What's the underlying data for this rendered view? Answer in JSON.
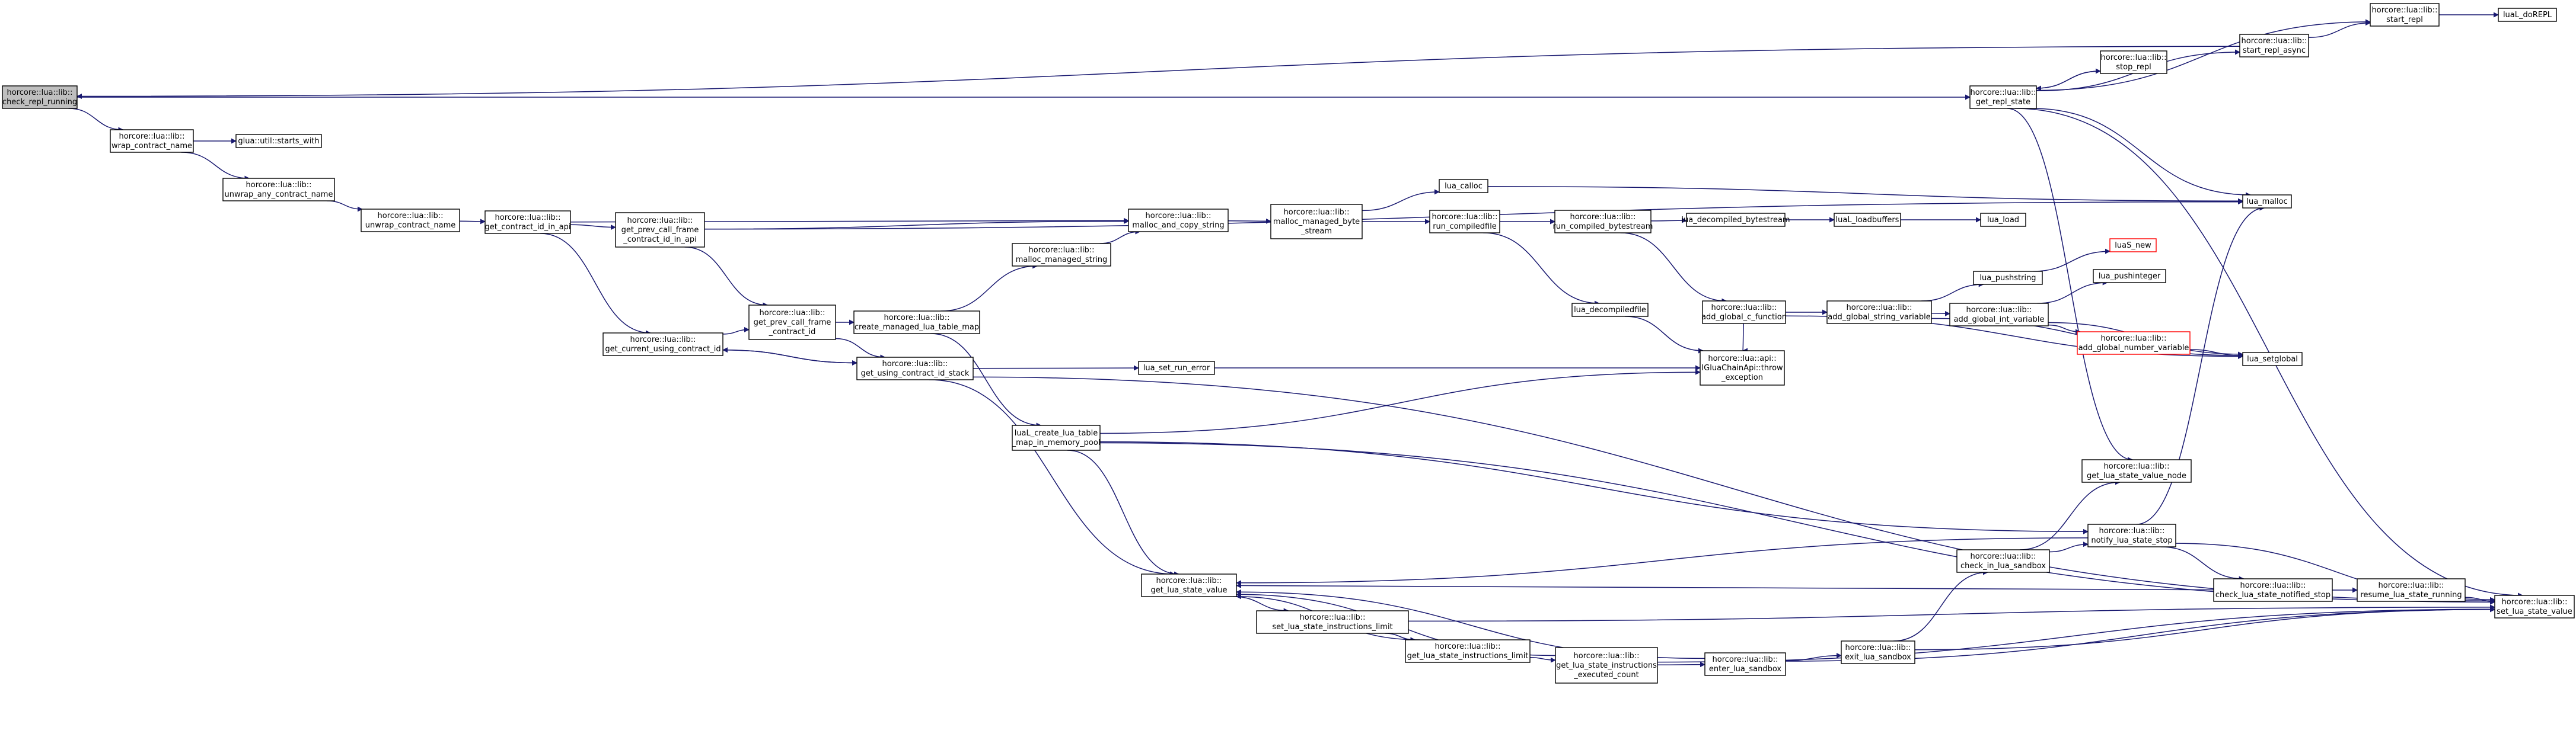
{
  "title": "Call graph of horcore::lua::lib::check_repl_running",
  "colors": {
    "edge": "#191970",
    "root_fill": "#bfbfbf",
    "node_border": "#000000",
    "external_border": "#ff0000"
  },
  "nodes": [
    {
      "id": "check_repl_running",
      "lines": [
        "horcore::lua::lib::",
        "check_repl_running"
      ],
      "root": true
    },
    {
      "id": "get_repl_state",
      "lines": [
        "horcore::lua::lib::",
        "get_repl_state"
      ]
    },
    {
      "id": "start_repl",
      "lines": [
        "horcore::lua::lib::",
        "start_repl"
      ]
    },
    {
      "id": "luaL_dofile",
      "lines": [
        "luaL_doREPL"
      ]
    },
    {
      "id": "start_repl_async",
      "lines": [
        "horcore::lua::lib::",
        "start_repl_async"
      ]
    },
    {
      "id": "stop_repl",
      "lines": [
        "horcore::lua::lib::",
        "stop_repl"
      ]
    },
    {
      "id": "wrap_contract_name",
      "lines": [
        "horcore::lua::lib::",
        "wrap_contract_name"
      ]
    },
    {
      "id": "starts_with",
      "lines": [
        "glua::util::starts_with"
      ]
    },
    {
      "id": "unwrap_any_contract_name",
      "lines": [
        "horcore::lua::lib::",
        "unwrap_any_contract_name"
      ]
    },
    {
      "id": "unwrap_contract_name",
      "lines": [
        "horcore::lua::lib::",
        "unwrap_contract_name"
      ]
    },
    {
      "id": "get_contract_id_in_api",
      "lines": [
        "horcore::lua::lib::",
        "get_contract_id_in_api"
      ]
    },
    {
      "id": "get_prev_call_frame_in_api",
      "lines": [
        "horcore::lua::lib::",
        "get_prev_call_frame",
        "_contract_id_in_api"
      ]
    },
    {
      "id": "malloc_and_copy_string",
      "lines": [
        "horcore::lua::lib::",
        "malloc_and_copy_string"
      ]
    },
    {
      "id": "malloc_managed_string",
      "lines": [
        "horcore::lua::lib::",
        "malloc_managed_string"
      ]
    },
    {
      "id": "malloc_managed_bytestream",
      "lines": [
        "horcore::lua::lib::",
        "malloc_managed_byte",
        "_stream"
      ]
    },
    {
      "id": "lua_calloc",
      "lines": [
        "lua_calloc"
      ]
    },
    {
      "id": "lua_malloc",
      "lines": [
        "lua_malloc"
      ]
    },
    {
      "id": "run_compiledfile",
      "lines": [
        "horcore::lua::lib::",
        "run_compiledfile"
      ]
    },
    {
      "id": "run_compiled_bytestream",
      "lines": [
        "horcore::lua::lib::",
        "run_compiled_bytestream"
      ]
    },
    {
      "id": "lua_decompiled_bytestream",
      "lines": [
        "lua_decompiled_bytestream"
      ]
    },
    {
      "id": "luaL_loadbuffers",
      "lines": [
        "luaL_loadbuffers"
      ]
    },
    {
      "id": "lua_load",
      "lines": [
        "lua_load"
      ]
    },
    {
      "id": "get_current_using_contract_id",
      "lines": [
        "horcore::lua::lib::",
        "get_current_using_contract_id"
      ]
    },
    {
      "id": "get_prev_call_frame_contract_id",
      "lines": [
        "horcore::lua::lib::",
        "get_prev_call_frame",
        "_contract_id"
      ]
    },
    {
      "id": "create_managed_lua_table_map",
      "lines": [
        "horcore::lua::lib::",
        "create_managed_lua_table_map"
      ]
    },
    {
      "id": "get_using_contract_id_stack",
      "lines": [
        "horcore::lua::lib::",
        "get_using_contract_id_stack"
      ]
    },
    {
      "id": "lua_set_run_error",
      "lines": [
        "lua_set_run_error"
      ]
    },
    {
      "id": "throw_exception",
      "lines": [
        "horcore::lua::api::",
        "IGluaChainApi::throw",
        "_exception"
      ]
    },
    {
      "id": "lua_decompiledfile",
      "lines": [
        "lua_decompiledfile"
      ]
    },
    {
      "id": "add_global_c_function",
      "lines": [
        "horcore::lua::lib::",
        "add_global_c_function"
      ]
    },
    {
      "id": "add_global_string_variable",
      "lines": [
        "horcore::lua::lib::",
        "add_global_string_variable"
      ]
    },
    {
      "id": "lua_pushstring",
      "lines": [
        "lua_pushstring"
      ]
    },
    {
      "id": "luaS_new",
      "lines": [
        "luaS_new"
      ],
      "external": true
    },
    {
      "id": "add_global_int_variable",
      "lines": [
        "horcore::lua::lib::",
        "add_global_int_variable"
      ]
    },
    {
      "id": "lua_pushinteger",
      "lines": [
        "lua_pushinteger"
      ]
    },
    {
      "id": "add_global_number_variable",
      "lines": [
        "horcore::lua::lib::",
        "add_global_number_variable"
      ],
      "external": true
    },
    {
      "id": "lua_setglobal",
      "lines": [
        "lua_setglobal"
      ]
    },
    {
      "id": "luaL_create_lua_table_map",
      "lines": [
        "luaL_create_lua_table",
        "_map_in_memory_pool"
      ]
    },
    {
      "id": "get_lua_state_value_node",
      "lines": [
        "horcore::lua::lib::",
        "get_lua_state_value_node"
      ]
    },
    {
      "id": "notify_lua_state_stop",
      "lines": [
        "horcore::lua::lib::",
        "notify_lua_state_stop"
      ]
    },
    {
      "id": "check_in_lua_sandbox",
      "lines": [
        "horcore::lua::lib::",
        "check_in_lua_sandbox"
      ]
    },
    {
      "id": "get_lua_state_value",
      "lines": [
        "horcore::lua::lib::",
        "get_lua_state_value"
      ]
    },
    {
      "id": "check_lua_state_notified_stop",
      "lines": [
        "horcore::lua::lib::",
        "check_lua_state_notified_stop"
      ]
    },
    {
      "id": "resume_lua_state_running",
      "lines": [
        "horcore::lua::lib::",
        "resume_lua_state_running"
      ]
    },
    {
      "id": "set_lua_state_value",
      "lines": [
        "horcore::lua::lib::",
        "set_lua_state_value"
      ]
    },
    {
      "id": "set_lua_state_instructions_limit",
      "lines": [
        "horcore::lua::lib::",
        "set_lua_state_instructions_limit"
      ]
    },
    {
      "id": "get_lua_state_instructions_limit",
      "lines": [
        "horcore::lua::lib::",
        "get_lua_state_instructions_limit"
      ]
    },
    {
      "id": "get_lua_state_instructions_executed_count",
      "lines": [
        "horcore::lua::lib::",
        "get_lua_state_instructions",
        "_executed_count"
      ]
    },
    {
      "id": "enter_lua_sandbox",
      "lines": [
        "horcore::lua::lib::",
        "enter_lua_sandbox"
      ]
    },
    {
      "id": "exit_lua_sandbox",
      "lines": [
        "horcore::lua::lib::",
        "exit_lua_sandbox"
      ]
    }
  ],
  "edges": [
    [
      "check_repl_running",
      "get_repl_state"
    ],
    [
      "check_repl_running",
      "wrap_contract_name"
    ],
    [
      "start_repl_async",
      "check_repl_running"
    ],
    [
      "get_repl_state",
      "stop_repl"
    ],
    [
      "get_repl_state",
      "start_repl_async"
    ],
    [
      "get_repl_state",
      "start_repl"
    ],
    [
      "get_repl_state",
      "lua_malloc"
    ],
    [
      "get_repl_state",
      "set_lua_state_value"
    ],
    [
      "get_repl_state",
      "get_lua_state_value_node"
    ],
    [
      "start_repl",
      "luaL_dofile"
    ],
    [
      "start_repl_async",
      "start_repl"
    ],
    [
      "stop_repl",
      "get_repl_state"
    ],
    [
      "wrap_contract_name",
      "starts_with"
    ],
    [
      "wrap_contract_name",
      "unwrap_any_contract_name"
    ],
    [
      "unwrap_any_contract_name",
      "unwrap_contract_name"
    ],
    [
      "unwrap_contract_name",
      "get_contract_id_in_api"
    ],
    [
      "get_contract_id_in_api",
      "get_prev_call_frame_in_api"
    ],
    [
      "get_contract_id_in_api",
      "malloc_and_copy_string"
    ],
    [
      "get_contract_id_in_api",
      "get_current_using_contract_id"
    ],
    [
      "get_prev_call_frame_in_api",
      "malloc_and_copy_string"
    ],
    [
      "get_prev_call_frame_in_api",
      "get_prev_call_frame_contract_id"
    ],
    [
      "get_prev_call_frame_in_api",
      "lua_malloc"
    ],
    [
      "malloc_and_copy_string",
      "malloc_managed_bytestream"
    ],
    [
      "malloc_managed_string",
      "malloc_and_copy_string"
    ],
    [
      "malloc_managed_bytestream",
      "lua_calloc"
    ],
    [
      "malloc_managed_bytestream",
      "run_compiledfile"
    ],
    [
      "lua_calloc",
      "lua_malloc"
    ],
    [
      "run_compiledfile",
      "run_compiled_bytestream"
    ],
    [
      "run_compiledfile",
      "lua_decompiledfile"
    ],
    [
      "run_compiled_bytestream",
      "lua_decompiled_bytestream"
    ],
    [
      "run_compiled_bytestream",
      "add_global_c_function"
    ],
    [
      "lua_decompiled_bytestream",
      "luaL_loadbuffers"
    ],
    [
      "luaL_loadbuffers",
      "lua_load"
    ],
    [
      "get_current_using_contract_id",
      "get_prev_call_frame_contract_id"
    ],
    [
      "get_current_using_contract_id",
      "get_using_contract_id_stack"
    ],
    [
      "get_prev_call_frame_contract_id",
      "create_managed_lua_table_map"
    ],
    [
      "get_prev_call_frame_contract_id",
      "get_using_contract_id_stack"
    ],
    [
      "create_managed_lua_table_map",
      "malloc_managed_string"
    ],
    [
      "create_managed_lua_table_map",
      "luaL_create_lua_table_map"
    ],
    [
      "get_using_contract_id_stack",
      "lua_set_run_error"
    ],
    [
      "get_using_contract_id_stack",
      "get_current_using_contract_id"
    ],
    [
      "get_using_contract_id_stack",
      "get_lua_state_value"
    ],
    [
      "get_using_contract_id_stack",
      "set_lua_state_value"
    ],
    [
      "lua_set_run_error",
      "throw_exception"
    ],
    [
      "lua_decompiledfile",
      "throw_exception"
    ],
    [
      "add_global_c_function",
      "throw_exception"
    ],
    [
      "add_global_c_function",
      "add_global_string_variable"
    ],
    [
      "add_global_c_function",
      "lua_setglobal"
    ],
    [
      "add_global_string_variable",
      "lua_pushstring"
    ],
    [
      "add_global_string_variable",
      "add_global_int_variable"
    ],
    [
      "add_global_string_variable",
      "lua_setglobal"
    ],
    [
      "lua_pushstring",
      "luaS_new"
    ],
    [
      "add_global_int_variable",
      "lua_pushinteger"
    ],
    [
      "add_global_int_variable",
      "add_global_number_variable"
    ],
    [
      "add_global_int_variable",
      "lua_setglobal"
    ],
    [
      "add_global_number_variable",
      "lua_setglobal"
    ],
    [
      "luaL_create_lua_table_map",
      "throw_exception"
    ],
    [
      "luaL_create_lua_table_map",
      "get_lua_state_value"
    ],
    [
      "luaL_create_lua_table_map",
      "notify_lua_state_stop"
    ],
    [
      "luaL_create_lua_table_map",
      "set_lua_state_value"
    ],
    [
      "check_in_lua_sandbox",
      "get_lua_state_value_node"
    ],
    [
      "check_in_lua_sandbox",
      "notify_lua_state_stop"
    ],
    [
      "notify_lua_state_stop",
      "get_lua_state_value"
    ],
    [
      "notify_lua_state_stop",
      "lua_malloc"
    ],
    [
      "notify_lua_state_stop",
      "check_lua_state_notified_stop"
    ],
    [
      "notify_lua_state_stop",
      "set_lua_state_value"
    ],
    [
      "check_lua_state_notified_stop",
      "get_lua_state_value"
    ],
    [
      "check_lua_state_notified_stop",
      "resume_lua_state_running"
    ],
    [
      "resume_lua_state_running",
      "set_lua_state_value"
    ],
    [
      "get_lua_state_value",
      "set_lua_state_instructions_limit"
    ],
    [
      "set_lua_state_instructions_limit",
      "get_lua_state_instructions_limit"
    ],
    [
      "set_lua_state_instructions_limit",
      "set_lua_state_value"
    ],
    [
      "get_lua_state_instructions_limit",
      "get_lua_state_value"
    ],
    [
      "get_lua_state_instructions_limit",
      "get_lua_state_instructions_executed_count"
    ],
    [
      "get_lua_state_instructions_executed_count",
      "get_lua_state_value"
    ],
    [
      "get_lua_state_instructions_executed_count",
      "enter_lua_sandbox"
    ],
    [
      "get_lua_state_instructions_executed_count",
      "set_lua_state_value"
    ],
    [
      "enter_lua_sandbox",
      "get_lua_state_value"
    ],
    [
      "enter_lua_sandbox",
      "exit_lua_sandbox"
    ],
    [
      "enter_lua_sandbox",
      "set_lua_state_value"
    ],
    [
      "exit_lua_sandbox",
      "check_in_lua_sandbox"
    ],
    [
      "exit_lua_sandbox",
      "set_lua_state_value"
    ]
  ]
}
